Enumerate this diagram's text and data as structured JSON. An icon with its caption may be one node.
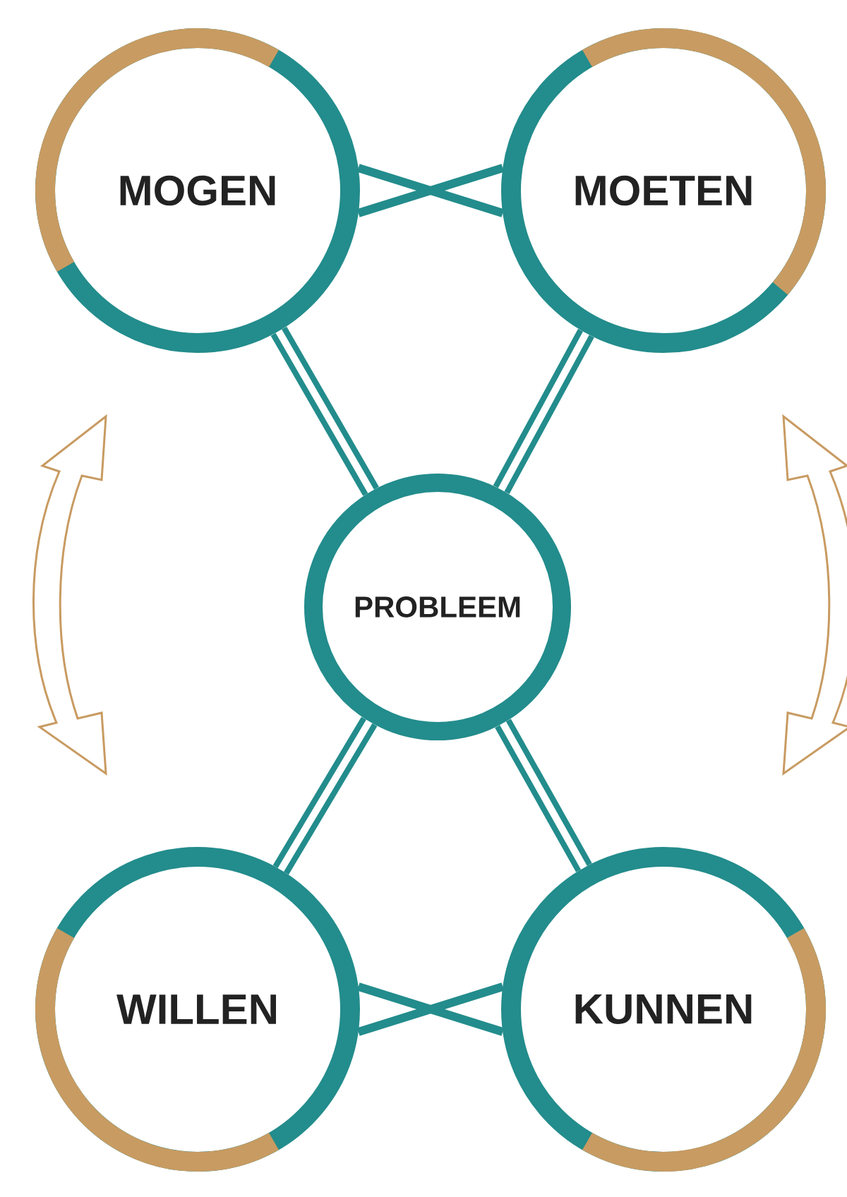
{
  "diagram": {
    "nodes": [
      {
        "text": [
          "MOGEN"
        ]
      },
      {
        "text": [
          "MOETEN"
        ]
      },
      {
        "text": [
          "PROBLEEM"
        ]
      },
      {
        "text": [
          "WILLEN"
        ]
      },
      {
        "text": [
          "KUNNEN"
        ]
      }
    ],
    "edges": [
      {
        "from": 0,
        "to": 1,
        "arrow": "none"
      },
      {
        "from": 0,
        "to": 2,
        "arrow": "none"
      },
      {
        "from": 1,
        "to": 2,
        "arrow": "none"
      },
      {
        "from": 3,
        "to": 2,
        "arrow": "none"
      },
      {
        "from": 4,
        "to": 2,
        "arrow": "none"
      },
      {
        "from": 3,
        "to": 4,
        "arrow": "none"
      }
    ]
  }
}
